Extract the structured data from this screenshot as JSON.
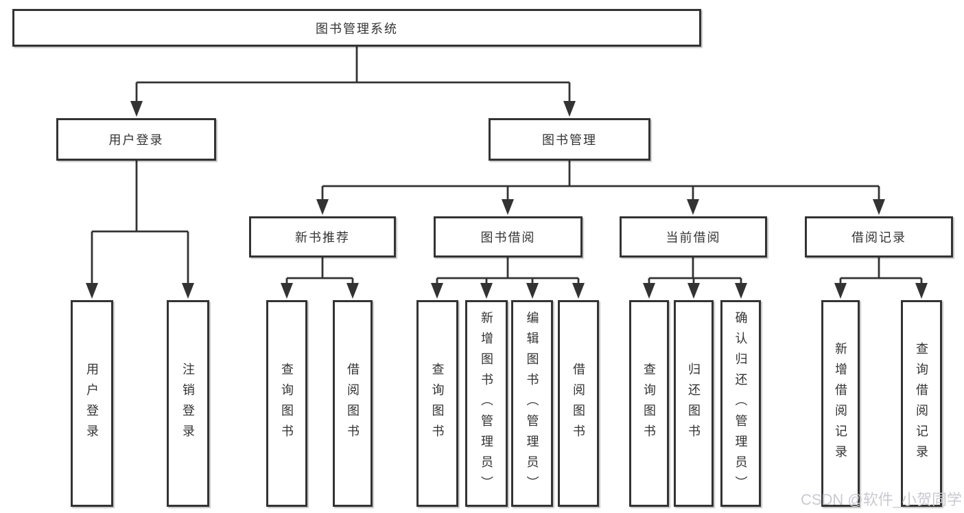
{
  "diagram": {
    "root": {
      "label": "图书管理系统"
    },
    "branches": {
      "user_login": {
        "label": "用户登录",
        "children": [
          "用户登录",
          "注销登录"
        ]
      },
      "book_mgmt": {
        "label": "图书管理",
        "sections": {
          "new_book_recommend": {
            "label": "新书推荐",
            "children": [
              "查询图书",
              "借阅图书"
            ]
          },
          "book_borrow": {
            "label": "图书借阅",
            "children": [
              "查询图书",
              "新增图书（管理员）",
              "编辑图书（管理员）",
              "借阅图书"
            ]
          },
          "current_borrow": {
            "label": "当前借阅",
            "children": [
              "查询图书",
              "归还图书",
              "确认归还（管理员）"
            ]
          },
          "borrow_records": {
            "label": "借阅记录",
            "children": [
              "新增借阅记录",
              "查询借阅记录"
            ]
          }
        }
      }
    }
  },
  "watermark": {
    "text": "CSDN @软件_小贺同学"
  },
  "colors": {
    "line": "#333333",
    "text": "#333333",
    "background": "#ffffff",
    "watermark": "#c9c9d1"
  }
}
